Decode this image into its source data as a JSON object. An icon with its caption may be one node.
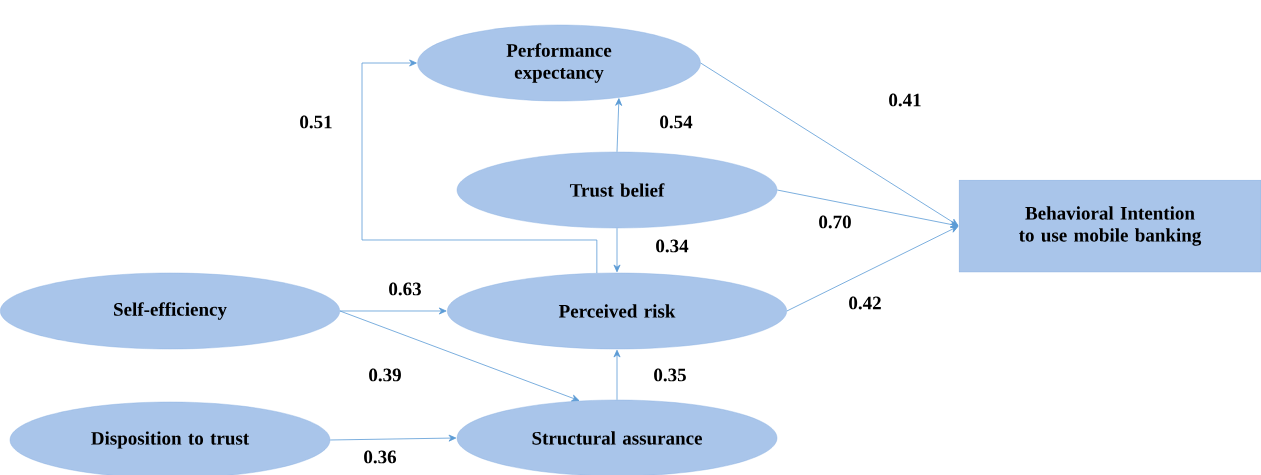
{
  "diagram": {
    "nodes": [
      {
        "text": [
          "Performance expectancy"
        ]
      },
      {
        "text": [
          "Trust belief"
        ]
      },
      {
        "text": [
          "Behavioral Intention to use mobile banking"
        ]
      },
      {
        "text": [
          "Self-efficiency"
        ]
      },
      {
        "text": [
          "Perceived risk"
        ]
      },
      {
        "text": [
          "Disposition to trust"
        ]
      },
      {
        "text": [
          "Structural assurance"
        ]
      }
    ],
    "edges": [
      {
        "from": 0,
        "to": 2,
        "arrow": "to",
        "label": "0.41"
      },
      {
        "from": 1,
        "to": 2,
        "arrow": "to",
        "label": "0.70"
      },
      {
        "from": 4,
        "to": 2,
        "arrow": "to",
        "label": "0.42"
      },
      {
        "from": 1,
        "to": 0,
        "arrow": "to",
        "label": "0.54"
      },
      {
        "from": 1,
        "to": 4,
        "arrow": "to",
        "label": "0.34"
      },
      {
        "from": 4,
        "to": 0,
        "arrow": "to",
        "label": "0.51"
      },
      {
        "from": 3,
        "to": 4,
        "arrow": "to",
        "label": "0.63"
      },
      {
        "from": 3,
        "to": 6,
        "arrow": "to",
        "label": "0.39"
      },
      {
        "from": 5,
        "to": 6,
        "arrow": "to",
        "label": "0.36"
      },
      {
        "from": 6,
        "to": 4,
        "arrow": "to",
        "label": "0.35"
      }
    ]
  }
}
